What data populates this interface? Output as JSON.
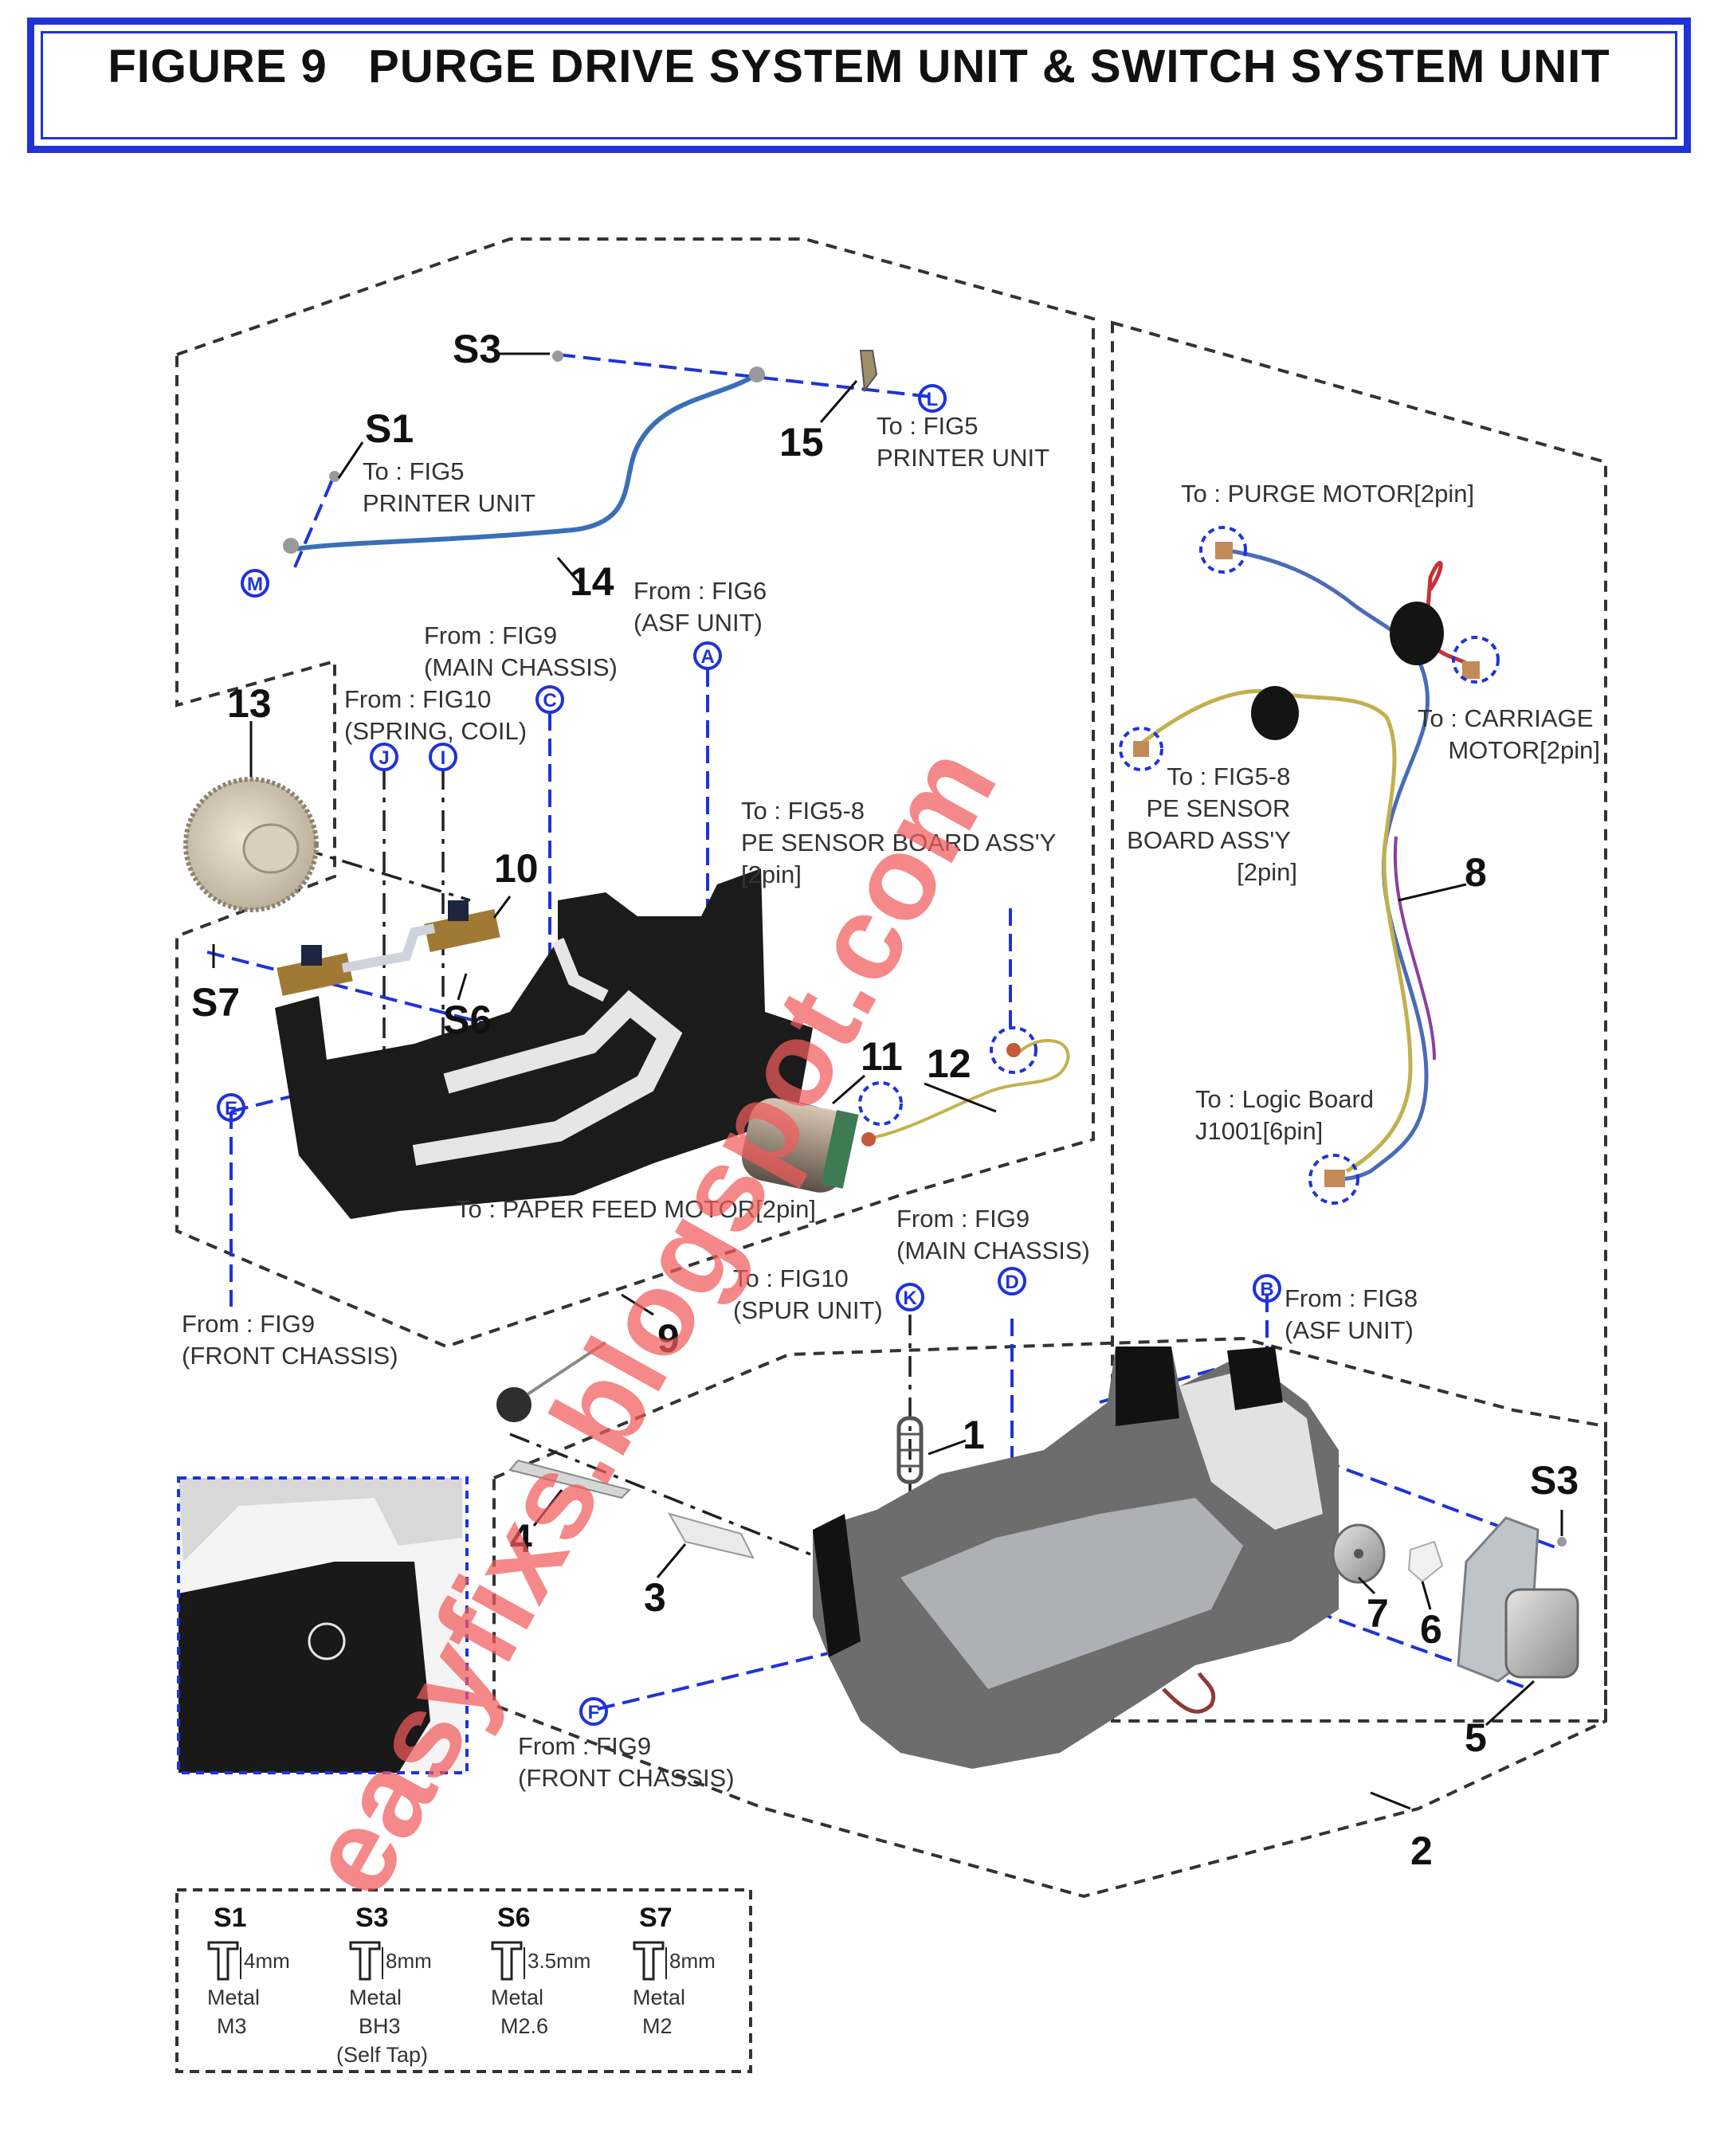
{
  "title": "FIGURE 9   PURGE DRIVE SYSTEM UNIT & SWITCH SYSTEM UNIT",
  "watermark": "easyfixs.blogspot.com",
  "colors": {
    "accent_blue": "#1f33d8",
    "watermark": "#f25b5b"
  },
  "labels": {
    "to_fig5_printer_1": [
      "To : FIG5",
      "PRINTER UNIT"
    ],
    "to_fig5_printer_2": [
      "To : FIG5",
      "PRINTER UNIT"
    ],
    "from_fig6_asf": [
      "From : FIG6",
      "(ASF UNIT)"
    ],
    "from_fig9_main_1": [
      "From : FIG9",
      "(MAIN CHASSIS)"
    ],
    "from_fig10_spring": [
      "From : FIG10",
      "(SPRING, COIL)"
    ],
    "to_pe_sensor_1": [
      "To : FIG5-8",
      "PE SENSOR BOARD ASS'Y",
      "[2pin]"
    ],
    "to_purge_motor": [
      "To : PURGE MOTOR[2pin]"
    ],
    "to_carriage_motor": [
      "To : CARRIAGE",
      "MOTOR[2pin]"
    ],
    "to_pe_sensor_2": [
      "To : FIG5-8",
      "PE SENSOR",
      "BOARD ASS'Y",
      "[2pin]"
    ],
    "to_logic_board": [
      "To : Logic Board",
      "J1001[6pin]"
    ],
    "to_paper_feed_motor": [
      "To : PAPER FEED MOTOR[2pin]"
    ],
    "from_fig9_main_2": [
      "From : FIG9",
      "(MAIN CHASSIS)"
    ],
    "to_fig10_spur": [
      "To : FIG10",
      "(SPUR UNIT)"
    ],
    "from_fig9_front_1": [
      "From : FIG9",
      "(FRONT CHASSIS)"
    ],
    "from_fig8_asf": [
      "From : FIG8",
      "(ASF UNIT)"
    ],
    "from_fig9_front_2": [
      "From : FIG9",
      "(FRONT CHASSIS)"
    ]
  },
  "markers": {
    "M": "M",
    "L": "L",
    "A": "A",
    "C": "C",
    "J": "J",
    "I": "I",
    "E": "E",
    "K": "K",
    "D": "D",
    "B": "B",
    "F": "F"
  },
  "screw_refs": {
    "S3_top": "S3",
    "S1": "S1",
    "S7": "S7",
    "S6": "S6",
    "S3_right": "S3"
  },
  "part_numbers": {
    "p15": "15",
    "p14": "14",
    "p13": "13",
    "p10": "10",
    "p11": "11",
    "p12": "12",
    "p8": "8",
    "p9": "9",
    "p1": "1",
    "p4": "4",
    "p3": "3",
    "p7": "7",
    "p6": "6",
    "p5": "5",
    "p2": "2"
  },
  "screw_legend": [
    {
      "id": "S1",
      "length": "4mm",
      "material": "Metal",
      "type": "M3",
      "note": ""
    },
    {
      "id": "S3",
      "length": "8mm",
      "material": "Metal",
      "type": "BH3",
      "note": "(Self Tap)"
    },
    {
      "id": "S6",
      "length": "3.5mm",
      "material": "Metal",
      "type": "M2.6",
      "note": ""
    },
    {
      "id": "S7",
      "length": "8mm",
      "material": "Metal",
      "type": "M2",
      "note": ""
    }
  ]
}
